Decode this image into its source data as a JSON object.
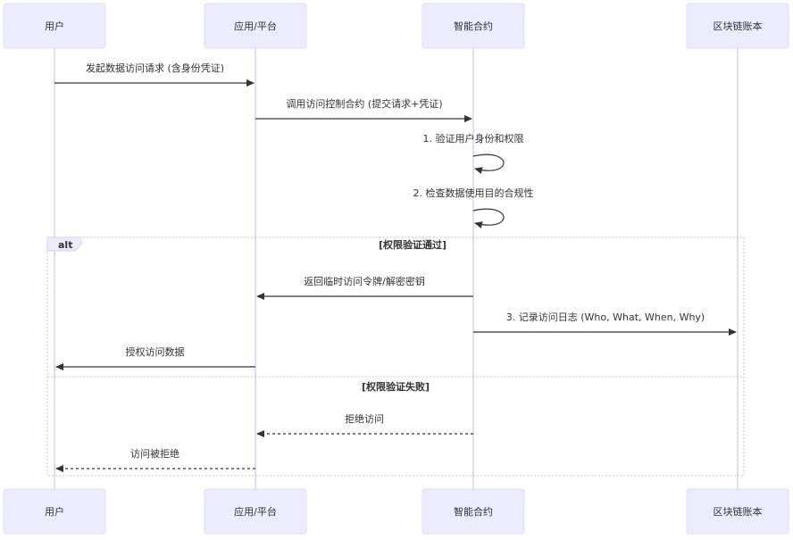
{
  "actors": [
    "用户",
    "应用/平台",
    "智能合约",
    "区块链账本"
  ],
  "messages": [
    {
      "from": 0,
      "to": 1,
      "text": "发起数据访问请求 (含身份凭证)",
      "style": "solid"
    },
    {
      "from": 1,
      "to": 2,
      "text": "调用访问控制合约 (提交请求+凭证)",
      "style": "solid"
    },
    {
      "from": 2,
      "to": 2,
      "text": "1. 验证用户身份和权限",
      "style": "solid"
    },
    {
      "from": 2,
      "to": 2,
      "text": "2. 检查数据使用目的合规性",
      "style": "solid"
    },
    {
      "from": 2,
      "to": 1,
      "text": "返回临时访问令牌/解密密钥",
      "style": "solid"
    },
    {
      "from": 2,
      "to": 3,
      "text": "3. 记录访问日志 (Who, What, When, Why)",
      "style": "solid"
    },
    {
      "from": 1,
      "to": 0,
      "text": "授权访问数据",
      "style": "solid"
    },
    {
      "from": 2,
      "to": 1,
      "text": "拒绝访问",
      "style": "dashed"
    },
    {
      "from": 1,
      "to": 0,
      "text": "访问被拒绝",
      "style": "dashed"
    }
  ],
  "alt": {
    "label": "alt",
    "conditions": [
      "[权限验证通过]",
      "[权限验证失败]"
    ]
  }
}
